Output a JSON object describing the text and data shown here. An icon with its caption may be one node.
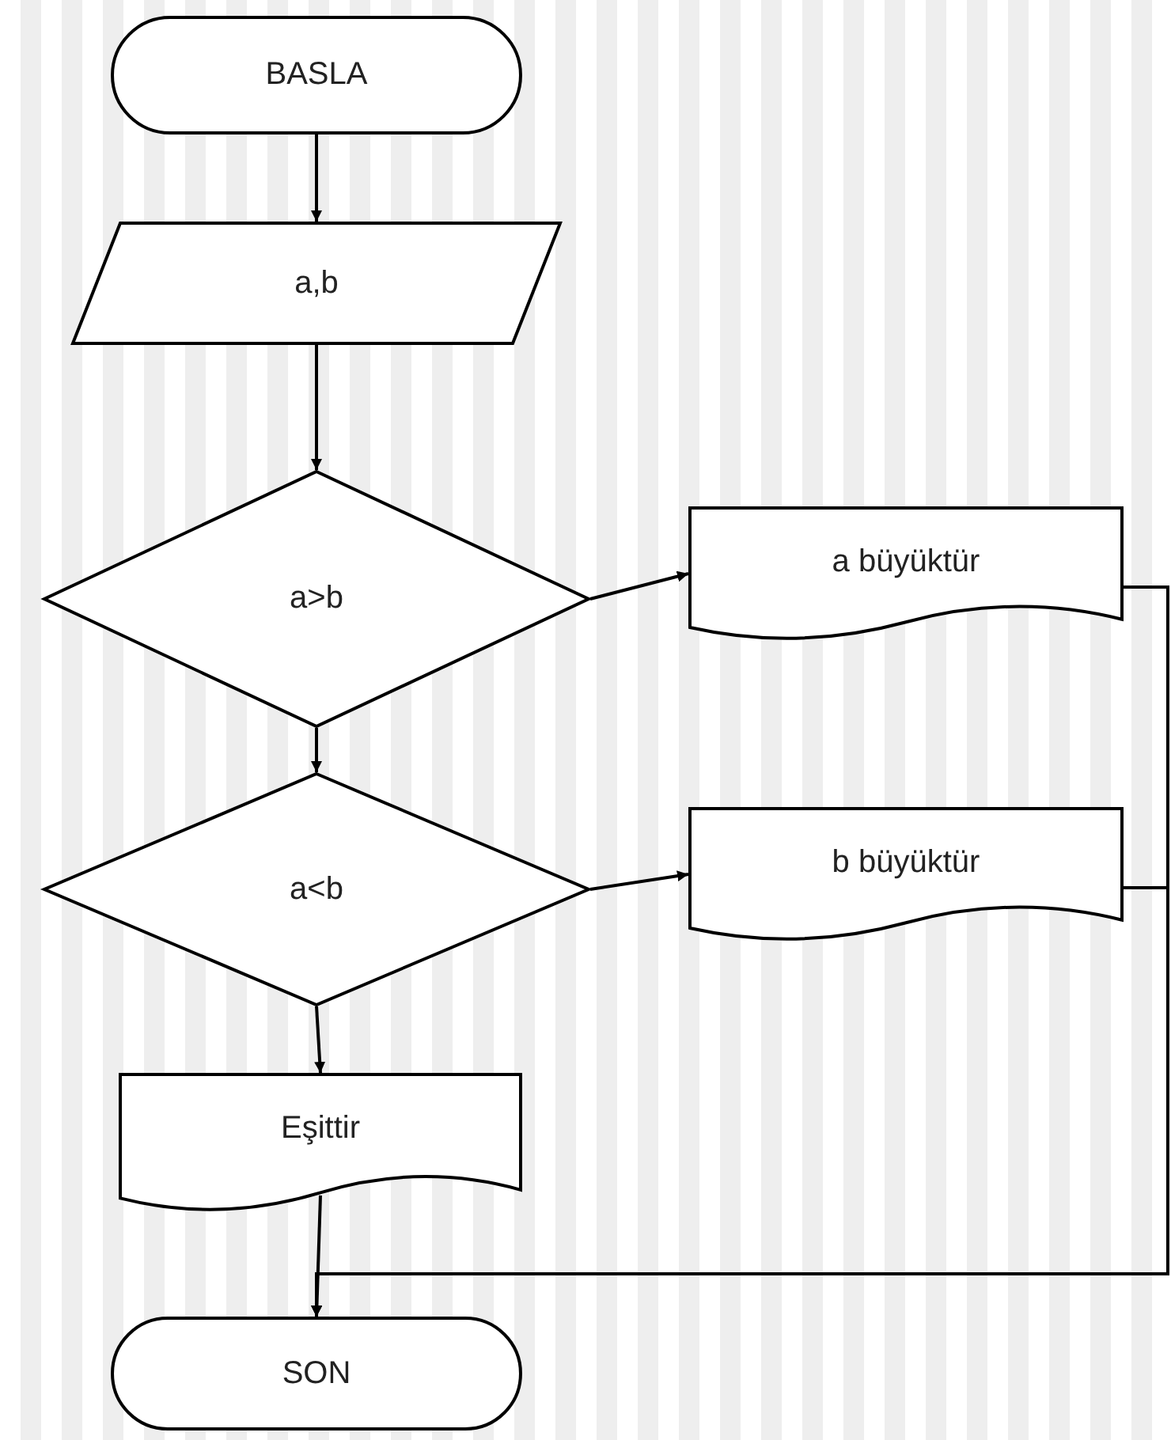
{
  "diagram": {
    "nodes": [
      {
        "text": [
          "BASLA"
        ]
      },
      {
        "text": [
          "a,b"
        ]
      },
      {
        "text": [
          "a>b"
        ]
      },
      {
        "text": [
          "a büyüktür"
        ]
      },
      {
        "text": [
          "a<b"
        ]
      },
      {
        "text": [
          "b büyüktür"
        ]
      },
      {
        "text": [
          "Eşittir"
        ]
      },
      {
        "text": [
          "SON"
        ]
      }
    ],
    "edges": [
      {
        "from": 0,
        "to": 1,
        "arrow": "to"
      },
      {
        "from": 1,
        "to": 2,
        "arrow": "to"
      },
      {
        "from": 2,
        "to": 3,
        "arrow": "to"
      },
      {
        "from": 2,
        "to": 4,
        "arrow": "to"
      },
      {
        "from": 4,
        "to": 5,
        "arrow": "to"
      },
      {
        "from": 4,
        "to": 6,
        "arrow": "to"
      },
      {
        "from": 3,
        "to": 7,
        "arrow": "to"
      },
      {
        "from": 5,
        "to": 7,
        "arrow": "to"
      },
      {
        "from": 6,
        "to": 7,
        "arrow": "to"
      }
    ]
  }
}
